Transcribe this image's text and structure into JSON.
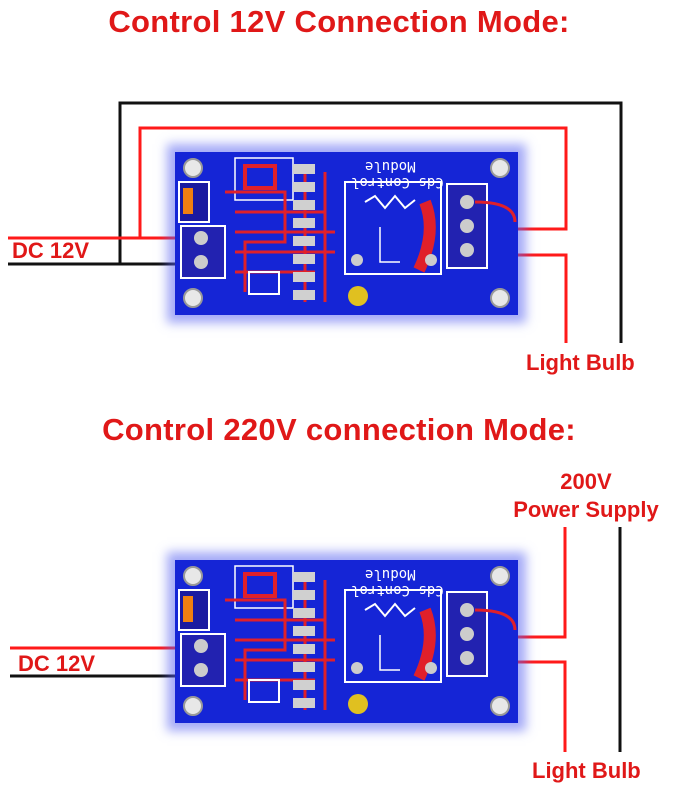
{
  "titles": {
    "mode_12v": "Control 12V Connection Mode:",
    "mode_220v": "Control 220V connection Mode:"
  },
  "labels": {
    "dc_input": "DC 12V",
    "light_bulb": "Light Bulb",
    "power_supply_line1": "200V",
    "power_supply_line2": "Power Supply"
  },
  "board": {
    "silk_line1": "Cds Control",
    "silk_line2": "Module"
  },
  "colors": {
    "title_red": "#e01818",
    "wire_red": "#ff1a1a",
    "wire_black": "#111111",
    "pcb_blue": "#1525d6",
    "trace_red": "#e0202a"
  }
}
